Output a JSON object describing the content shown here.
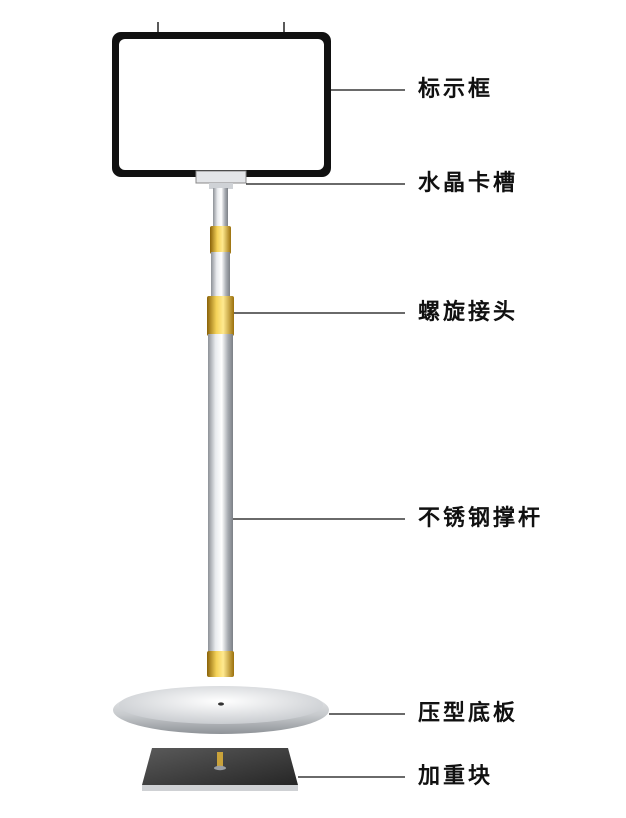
{
  "labels": {
    "frame": "标示框",
    "crystal_slot": "水晶卡槽",
    "screw_joint": "螺旋接头",
    "steel_pole": "不锈钢撑杆",
    "base_plate": "压型底板",
    "weight_block": "加重块"
  },
  "colors": {
    "frame_border": "#111111",
    "gold_joint": "#d8a514",
    "steel": "#b8bcc2",
    "leader_line": "#111111",
    "weight_block": "#3a3a3a"
  }
}
